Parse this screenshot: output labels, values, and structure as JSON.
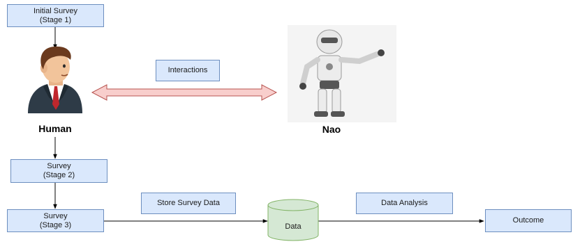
{
  "nodes": {
    "initial_survey": {
      "line1": "Initial Survey",
      "line2": "(Stage 1)"
    },
    "survey_stage2": {
      "line1": "Survey",
      "line2": "(Stage 2)"
    },
    "survey_stage3": {
      "line1": "Survey",
      "line2": "(Stage 3)"
    },
    "interactions": "Interactions",
    "store_survey_data": "Store Survey Data",
    "data_analysis": "Data Analysis",
    "data": "Data",
    "outcome": "Outcome"
  },
  "actors": {
    "human": "Human",
    "nao": "Nao"
  },
  "icons": {
    "human": "businessman-icon",
    "nao": "nao-robot-icon"
  },
  "colors": {
    "box_fill": "#dae8fc",
    "box_stroke": "#6c8ebf",
    "data_fill": "#d5e8d4",
    "data_stroke": "#82b366",
    "interaction_arrow_fill": "#f8cecc",
    "interaction_arrow_stroke": "#b85450"
  }
}
